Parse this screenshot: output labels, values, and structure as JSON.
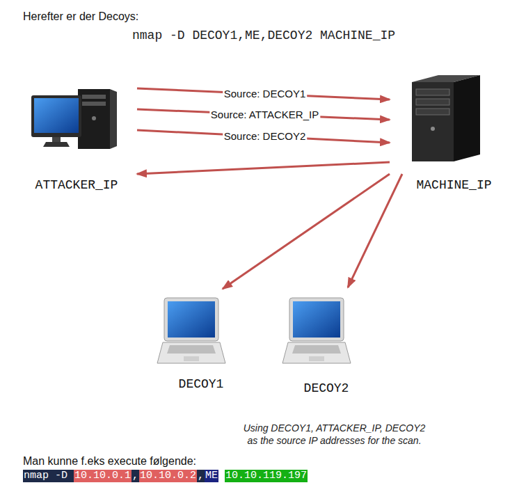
{
  "diagram": {
    "title": "Herefter er der Decoys:",
    "caption": "Using DECOY1, ATTACKER_IP, DECOY2 as the source IP addresses for the scan.",
    "nodes": [
      {
        "text": [
          "ATTACKER_IP"
        ]
      },
      {
        "text": [
          "MACHINE_IP"
        ]
      },
      {
        "text": [
          "DECOY1"
        ]
      },
      {
        "text": [
          "DECOY2"
        ]
      }
    ],
    "edges": [
      {
        "from": 0,
        "to": 1,
        "arrow": "to",
        "label": "Source: DECOY1"
      },
      {
        "from": 0,
        "to": 1,
        "arrow": "to",
        "label": "Source: ATTACKER_IP"
      },
      {
        "from": 0,
        "to": 1,
        "arrow": "to",
        "label": "Source: DECOY2"
      },
      {
        "from": 1,
        "to": 0,
        "arrow": "to"
      },
      {
        "from": 1,
        "to": 2,
        "arrow": "to"
      },
      {
        "from": 1,
        "to": 3,
        "arrow": "to"
      }
    ],
    "labels": [
      "nmap -D DECOY1,ME,DECOY2 MACHINE_IP",
      "Man kunne f.eks execute følgende:",
      "nmap -D",
      "10.10.0.1",
      ",",
      "10.10.0.2",
      ",",
      "ME",
      "10.10.119.197"
    ]
  }
}
